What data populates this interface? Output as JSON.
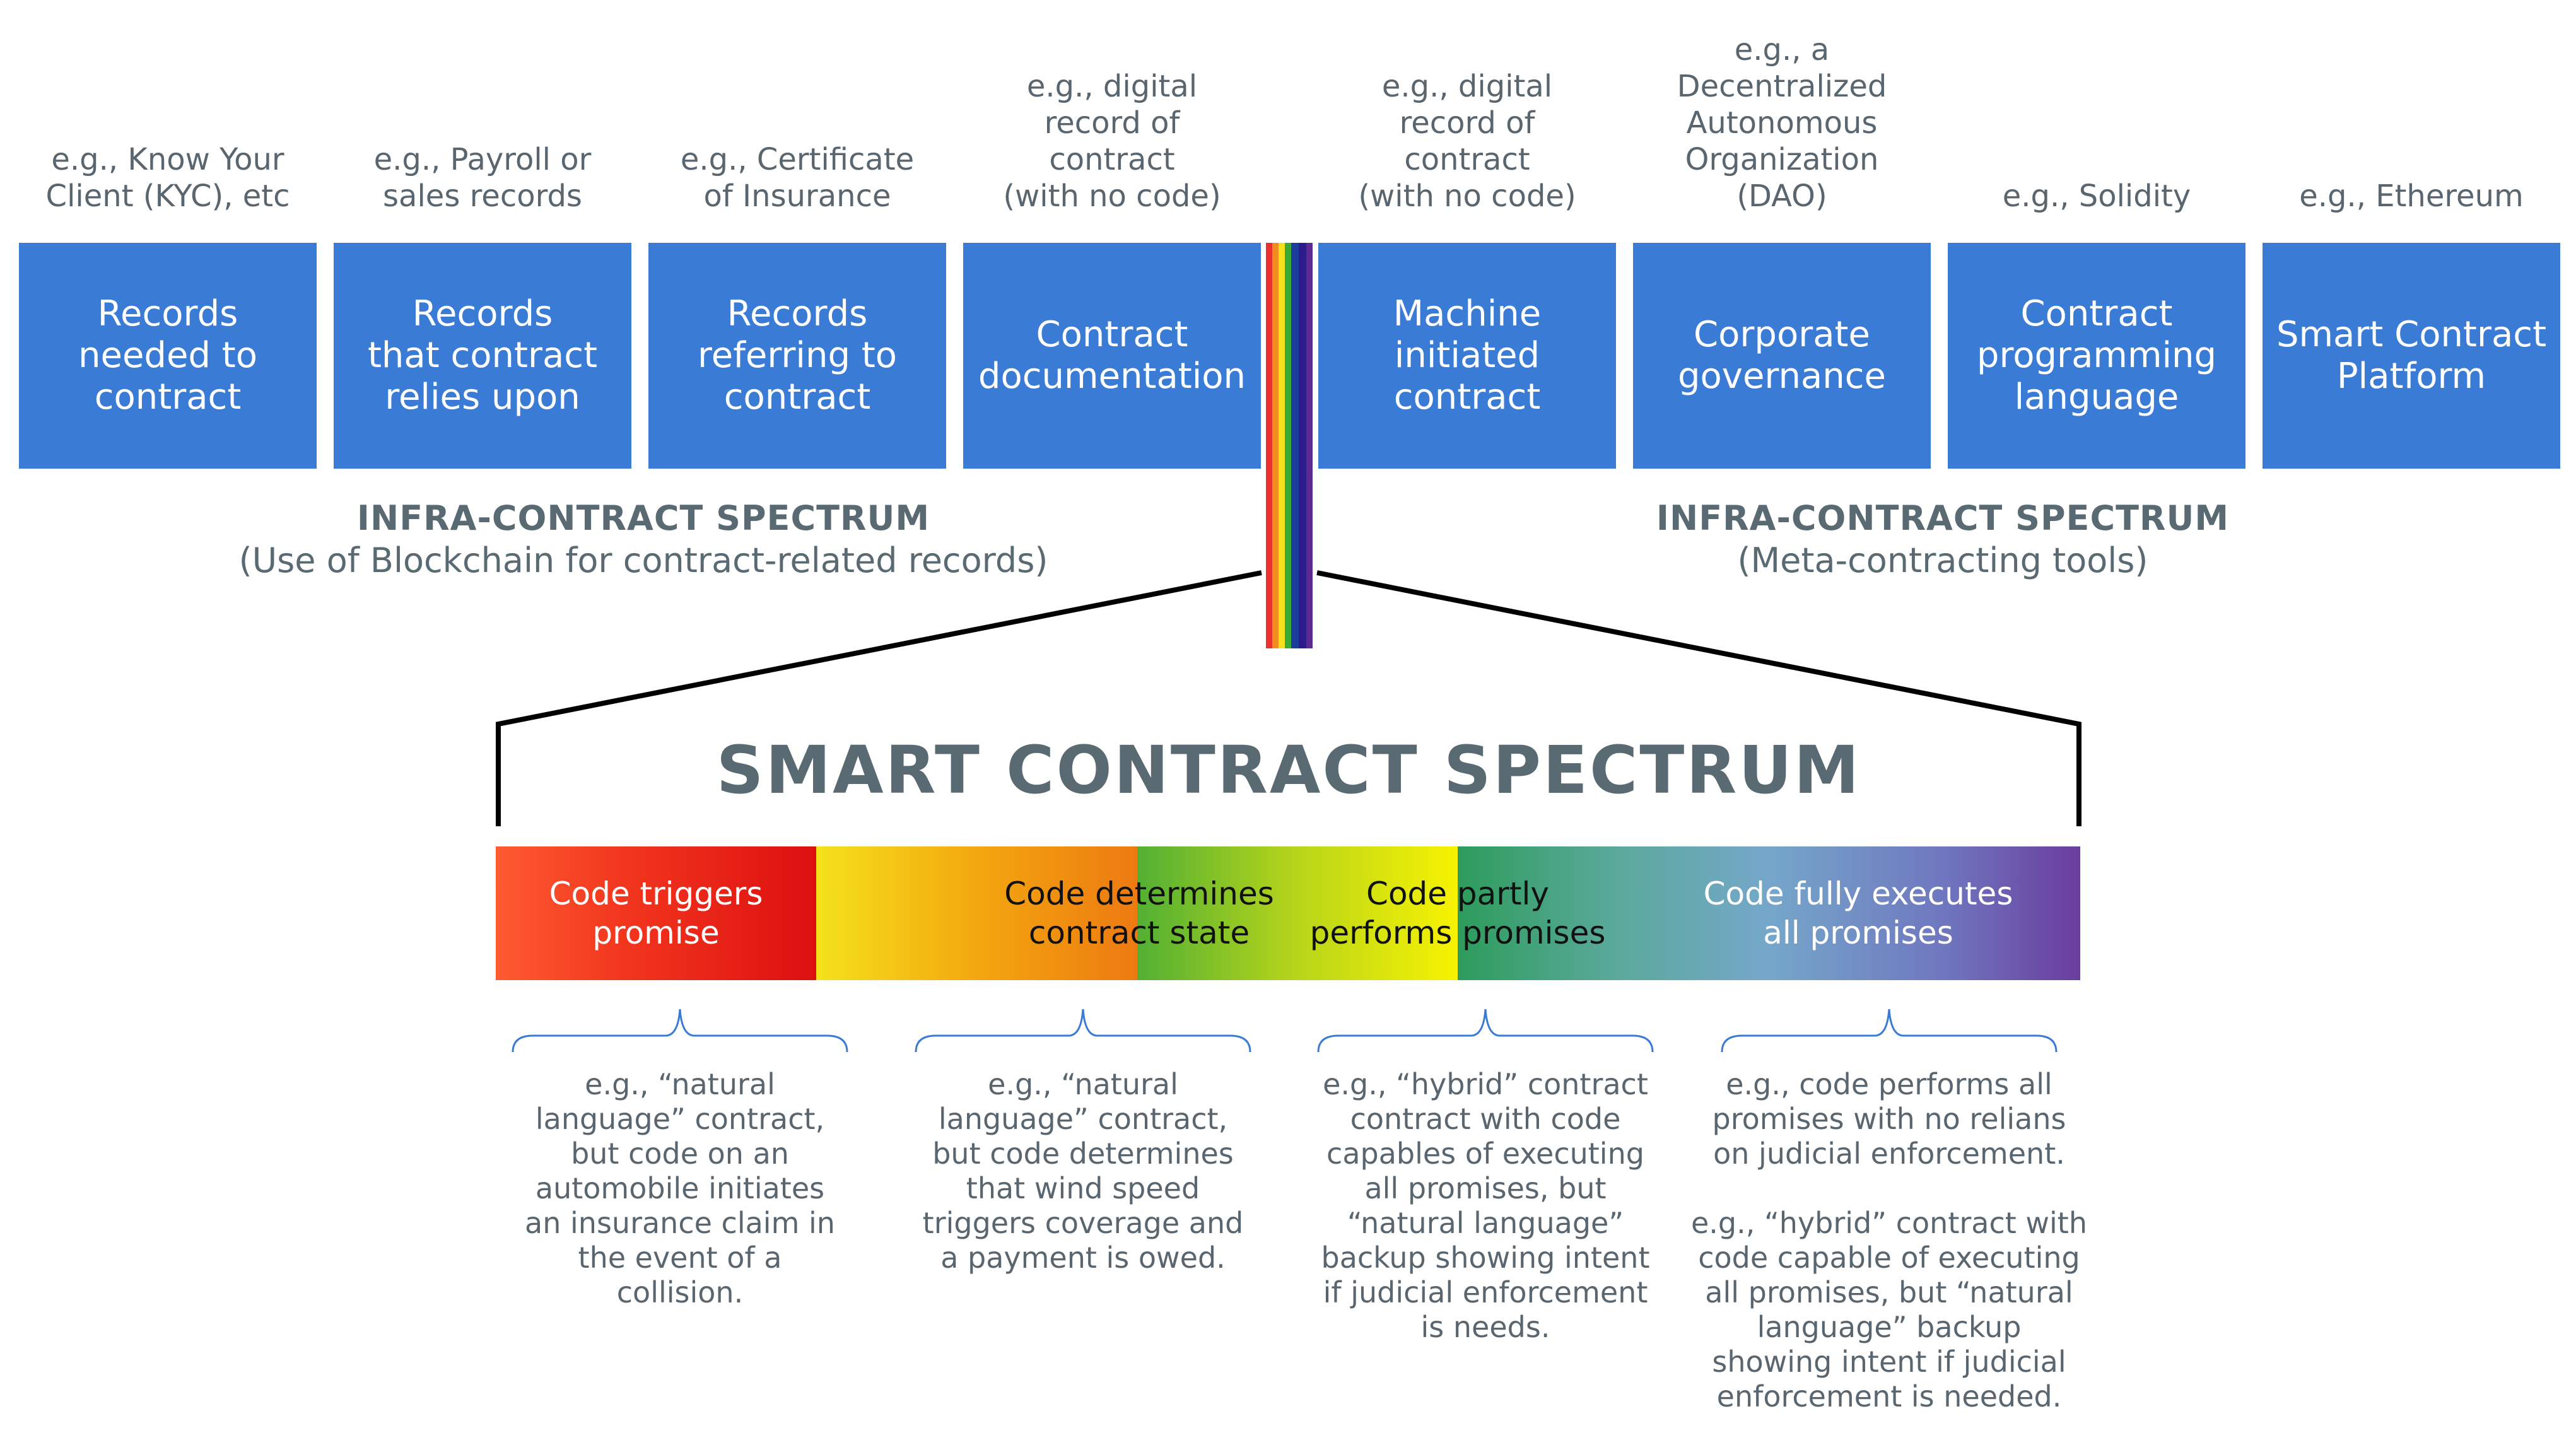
{
  "top_examples": [
    "e.g., Know Your\nClient (KYC), etc",
    "e.g., Payroll or\nsales records",
    "e.g., Certificate\nof Insurance",
    "e.g., digital\nrecord of\ncontract\n(with no code)",
    "e.g., digital\nrecord of\ncontract\n(with no code)",
    "e.g., a\nDecentralized\nAutonomous\nOrganization\n(DAO)",
    "e.g., Solidity",
    "e.g., Ethereum"
  ],
  "boxes": [
    "Records\nneeded to\ncontract",
    "Records\nthat contract\nrelies upon",
    "Records\nreferring to\ncontract",
    "Contract\ndocumentation",
    "Machine\ninitiated\ncontract",
    "Corporate\ngovernance",
    "Contract\nprogramming\nlanguage",
    "Smart Contract\nPlatform"
  ],
  "infra_left": {
    "title": "INFRA-CONTRACT SPECTRUM",
    "subtitle": "(Use of Blockchain for contract-related records)"
  },
  "infra_right": {
    "title": "INFRA-CONTRACT SPECTRUM",
    "subtitle": "(Meta-contracting tools)"
  },
  "spectrum_title": "SMART CONTRACT SPECTRUM",
  "segments": [
    "Code triggers\npromise",
    "Code determines\ncontract state",
    "Code partly\nperforms promises",
    "Code fully executes\nall promises"
  ],
  "examples": [
    "e.g., “natural\nlanguage” contract,\nbut code on an\nautomobile initiates\nan insurance claim in\nthe event of a\ncollision.",
    "e.g., “natural\nlanguage” contract,\nbut code determines\nthat wind speed\ntriggers coverage and\na payment is owed.",
    "e.g., “hybrid” contract\ncontract with code\ncapables of executing\nall promises, but\n“natural language”\nbackup showing intent\nif judicial enforcement\nis needs.",
    "e.g., code performs all\npromises with no relians\non judicial enforcement.\n\ne.g., “hybrid” contract with\ncode capable of executing\nall promises, but “natural\nlanguage” backup\nshowing intent if judicial\nenforcement is needed."
  ],
  "colors": {
    "box_blue": "#3a7bd5",
    "text_gray": "#59666f",
    "title_gray": "#5a6a73"
  }
}
